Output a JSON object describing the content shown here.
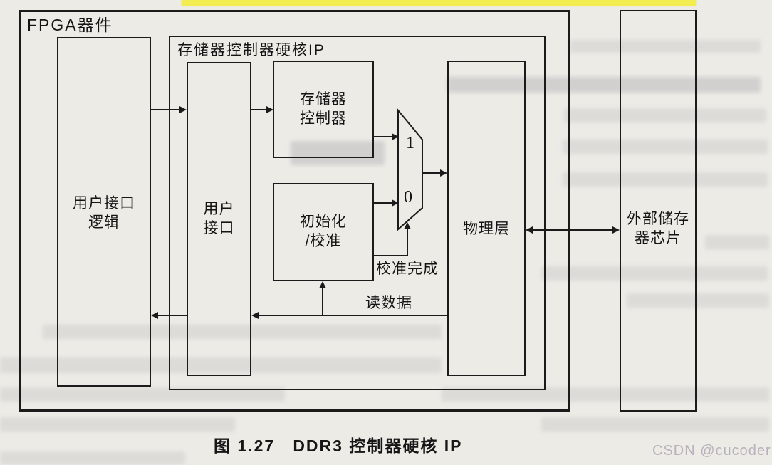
{
  "diagram": {
    "fpga_label": "FPGA器件",
    "ip_label": "存储器控制器硬核IP",
    "user_logic_label": "用户接口\n逻辑",
    "user_if_label": "用户\n接口",
    "mem_ctrl_label": "存储器\n控制器",
    "init_cal_label": "初始化\n/校准",
    "phy_label": "物理层",
    "ext_mem_label": "外部储存\n器芯片",
    "mux_1": "1",
    "mux_0": "0",
    "signals": {
      "cal_done": "校准完成",
      "read_data": "读数据"
    }
  },
  "caption": "图 1.27   DDR3 控制器硬核 IP",
  "watermark": "CSDN @cucoder",
  "colors": {
    "paper": "#edebe6",
    "line": "#1b1b1b",
    "highlight": "#f2ee52",
    "watermark": "#b6b1bc"
  }
}
